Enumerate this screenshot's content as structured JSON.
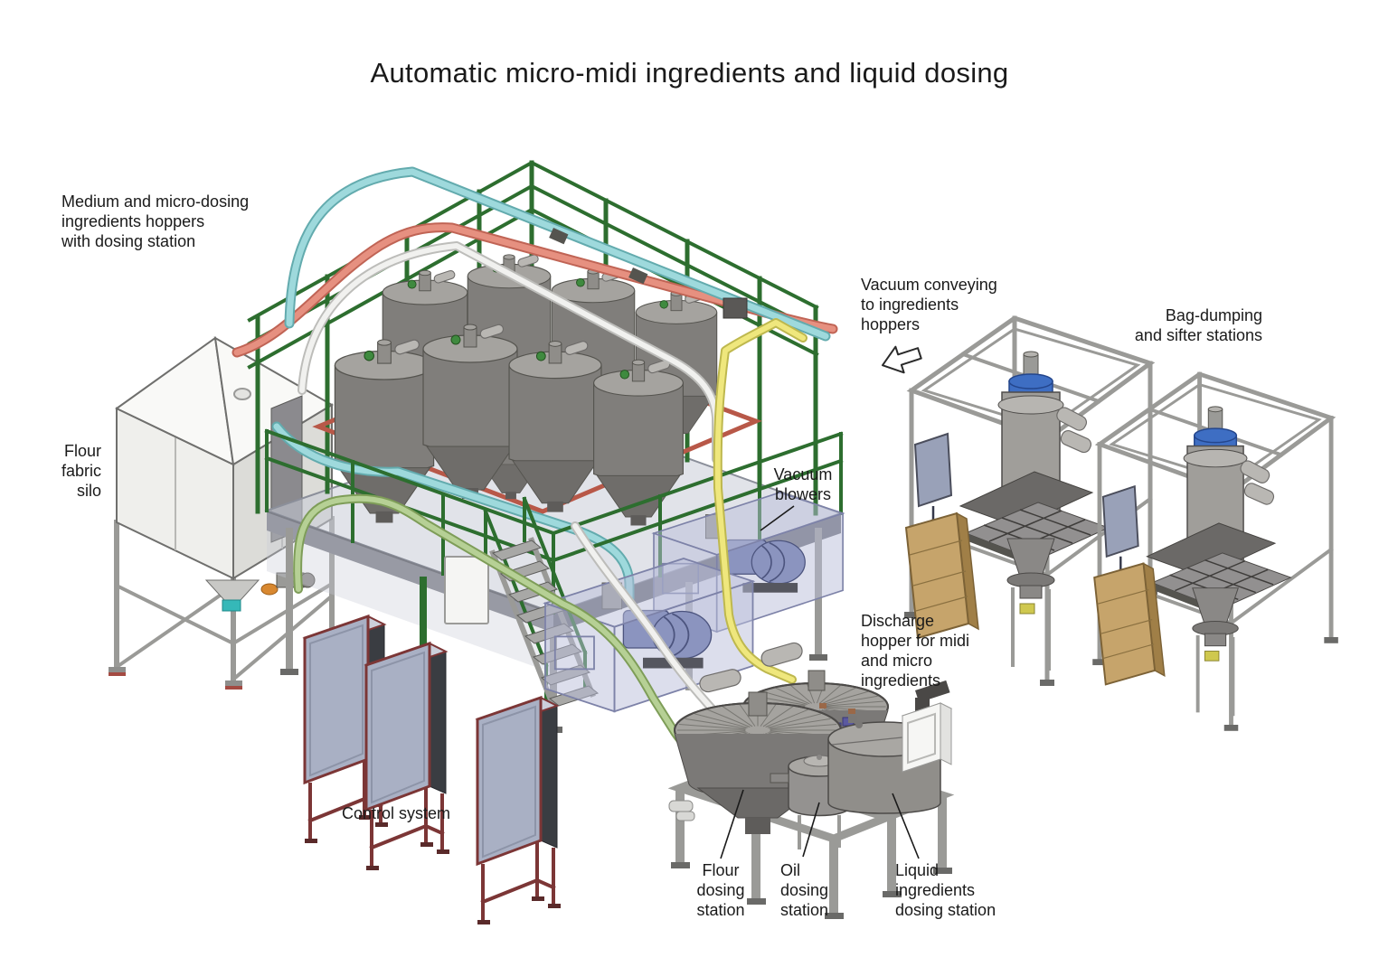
{
  "title": "Automatic micro-midi ingredients and liquid dosing",
  "labels": {
    "medium_micro_hoppers": "Medium and micro-dosing\ningredients hoppers\nwith dosing station",
    "flour_fabric_silo": "Flour\nfabric\nsilo",
    "vacuum_conveying": "Vacuum conveying\nto ingredients\nhoppers",
    "bag_dumping": "Bag-dumping\nand sifter stations",
    "vacuum_blowers": "Vacuum\nblowers",
    "discharge_hopper": "Discharge\nhopper for midi\nand micro\ningredients",
    "control_system": "Control system",
    "flour_dosing": "Flour\ndosing\nstation",
    "oil_dosing": "Oil\ndosing\nstation",
    "liquid_dosing": "Liquid\ningredients\ndosing station"
  },
  "icons": {
    "vacuum_conveying_arrow": "block-arrow-up-left-icon"
  },
  "colors": {
    "background": "#ffffff",
    "ink": "#1a1a1a",
    "steel_light": "#d8d8d5",
    "steel_mid": "#9a9a97",
    "steel_dark": "#55544f",
    "hopper_body": "#807e7b",
    "hopper_top": "#a5a39f",
    "hopper_cone": "#6f6d6a",
    "frame_green": "#2d6e2f",
    "frame_red": "#b85848",
    "pipe_cyan": "#9ed9dc",
    "pipe_cyan_dark": "#63abae",
    "pipe_salmon": "#e69080",
    "pipe_salmon_dark": "#c06455",
    "pipe_yellow": "#efe77d",
    "pipe_yellow_dark": "#beb84e",
    "pipe_white": "#f1f1ef",
    "pipe_white_dark": "#bdbdba",
    "pipe_green": "#b6d095",
    "pipe_green_dark": "#7e9d58",
    "enclosure_fill": "#b9bdda",
    "enclosure_edge": "#7d82a8",
    "motor_blue": "#8b94bf",
    "cabinet_panel": "#a9b0c4",
    "cabinet_side": "#3a3d42",
    "cabinet_top": "#ccd0db",
    "cabinet_frame": "#7c3636",
    "bag_tan": "#c6a46b",
    "bag_tan_dark": "#a07f47",
    "hoist_gray": "#99a1b8",
    "cap_blue": "#3e6ec3",
    "valve_purple": "#5b59a0",
    "deck_fill": "#c8ccd7",
    "silo_face": "#efefec",
    "silo_face_dark": "#dcdcd8",
    "silo_top": "#f9f9f7"
  }
}
